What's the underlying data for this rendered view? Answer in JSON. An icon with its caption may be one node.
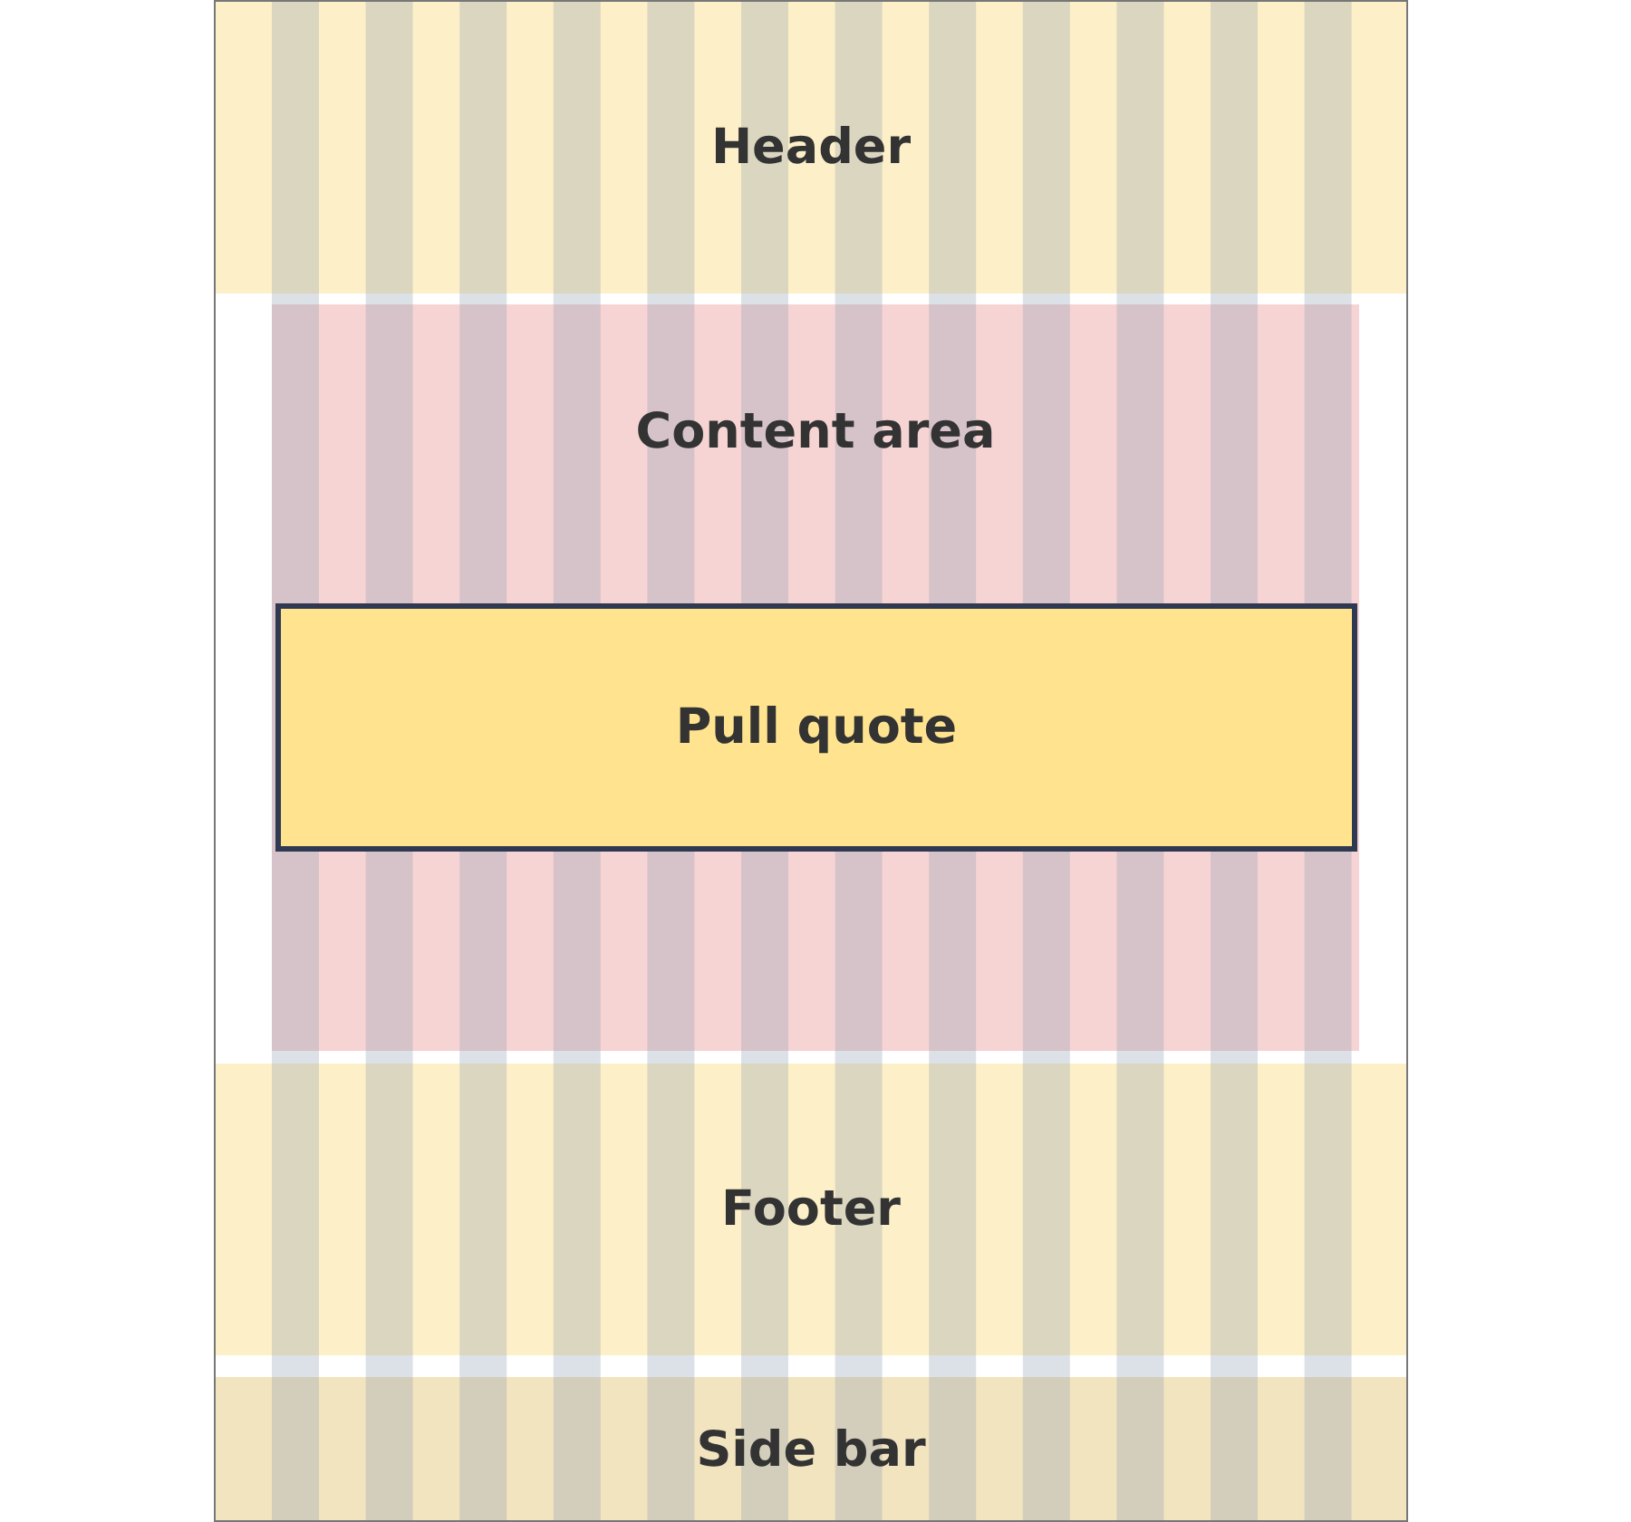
{
  "diagram": {
    "nodes": [
      {
        "text": [
          "Header"
        ]
      },
      {
        "text": [
          "Content area"
        ]
      },
      {
        "text": [
          "Pull quote"
        ],
        "in": 1
      },
      {
        "text": [
          "Footer"
        ]
      },
      {
        "text": [
          "Side bar"
        ]
      }
    ]
  }
}
